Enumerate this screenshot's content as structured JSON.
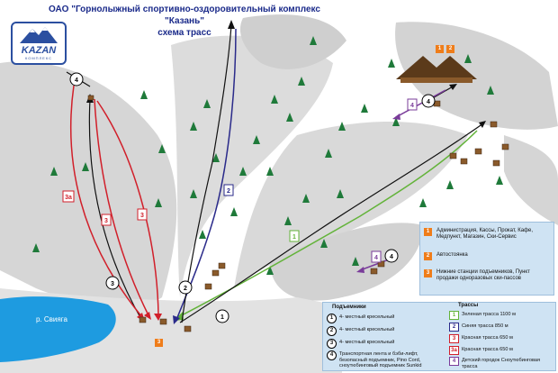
{
  "title_line1": "ОАО \"Горнолыжный спортивно-оздоровительный комплекс \"Казань\"",
  "title_line2": "схема трасс",
  "logo": {
    "word": "KAZAN",
    "sub": "КОМПЛЕКС"
  },
  "river_label": "р. Свияга",
  "info": [
    {
      "num": "1",
      "text": "Администрация, Кассы, Прокат, Кафе, Медпункт, Магазин, Ски-Сервис"
    },
    {
      "num": "2",
      "text": "Автостоянка"
    },
    {
      "num": "3",
      "text": "Нижние станции подъемников, Пункт продажи одноразовых ски-пассов"
    }
  ],
  "lifts_title": "Подъемники",
  "lifts": [
    {
      "num": "1",
      "text": "4- местный кресельный"
    },
    {
      "num": "2",
      "text": "4- местный кресельный"
    },
    {
      "num": "3",
      "text": "4- местный кресельный"
    },
    {
      "num": "4",
      "text": "Транспортная лента и бэби-лифт, безопасный подъемник, Pino Cord, сноутюбинговый подъемник Sunkid"
    }
  ],
  "trails_title": "Трассы",
  "trails": [
    {
      "num": "1",
      "text": "Зеленая трасса 1100 м",
      "color": "#63b33a"
    },
    {
      "num": "2",
      "text": "Синяя трасса 850 м",
      "color": "#2a2a8a"
    },
    {
      "num": "3",
      "text": "Красная трасса 650 м",
      "color": "#d11f2a"
    },
    {
      "num": "3а",
      "text": "Красная трасса 650 м",
      "color": "#d11f2a"
    },
    {
      "num": "4",
      "text": "Детский городок Сноутюбинговая трасса",
      "color": "#7a3c9a"
    }
  ],
  "map_badges": {
    "lift4_top": "4",
    "lift4_right": "4",
    "lift4_lower": "4",
    "lift3": "3",
    "lift2": "2",
    "lift1": "1",
    "trail1": "1",
    "trail2": "2",
    "trail3": "3",
    "trail3a": "3а",
    "trail3b": "3",
    "trail4_top": "4",
    "trail4_lower": "4"
  },
  "map_squares": {
    "sq1": "1",
    "sq2": "2",
    "sq3": "3"
  },
  "colors": {
    "green": "#63b33a",
    "blue": "#2a2a8a",
    "red": "#d11f2a",
    "purple": "#7a3c9a",
    "orange": "#ef7d1a",
    "river": "#1e9be0",
    "slope": "#d6d6d6"
  }
}
